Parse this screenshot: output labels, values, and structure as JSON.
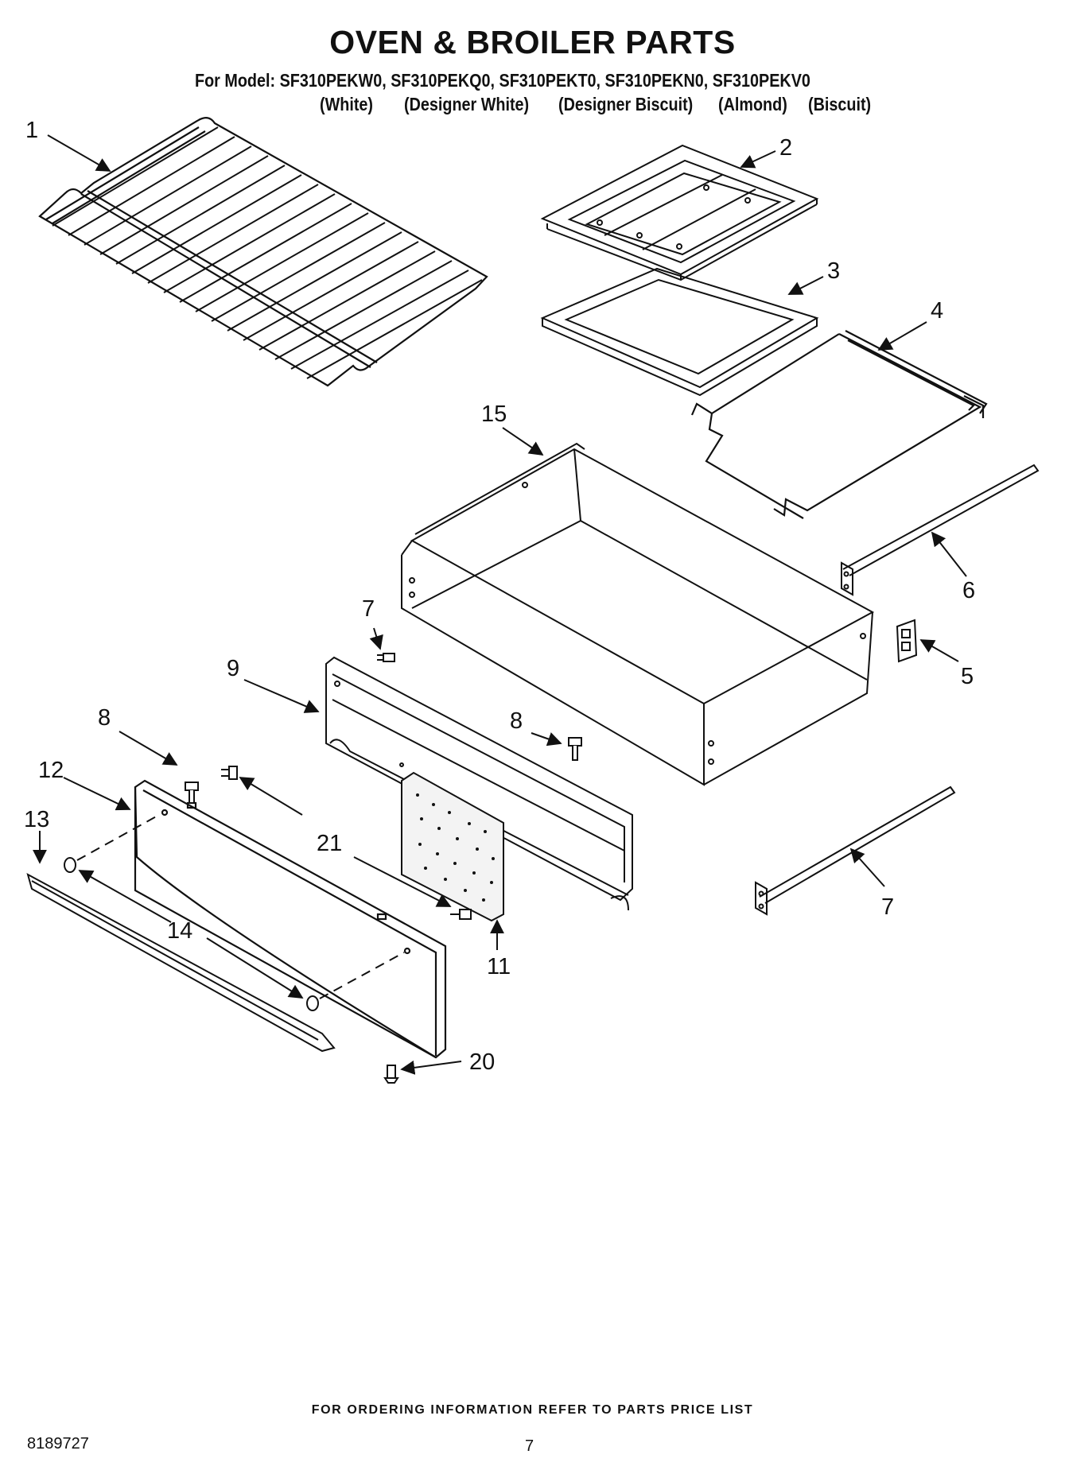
{
  "header": {
    "title": "OVEN & BROILER PARTS",
    "models_line": "For Model: SF310PEKW0, SF310PEKQ0, SF310PEKT0, SF310PEKN0, SF310PEKV0",
    "colors": [
      "(White)",
      "(Designer White)",
      "(Designer Biscuit)",
      "(Almond)",
      "(Biscuit)"
    ]
  },
  "callouts": [
    "1",
    "2",
    "3",
    "4",
    "15",
    "6",
    "7",
    "5",
    "9",
    "8",
    "8",
    "12",
    "21",
    "13",
    "14",
    "11",
    "7",
    "20"
  ],
  "footer": {
    "ordering_note": "FOR ORDERING INFORMATION REFER TO PARTS PRICE LIST",
    "doc_number": "8189727",
    "page_number": "7"
  },
  "colors_style": {
    "ink": "#111111",
    "background": "#ffffff"
  }
}
